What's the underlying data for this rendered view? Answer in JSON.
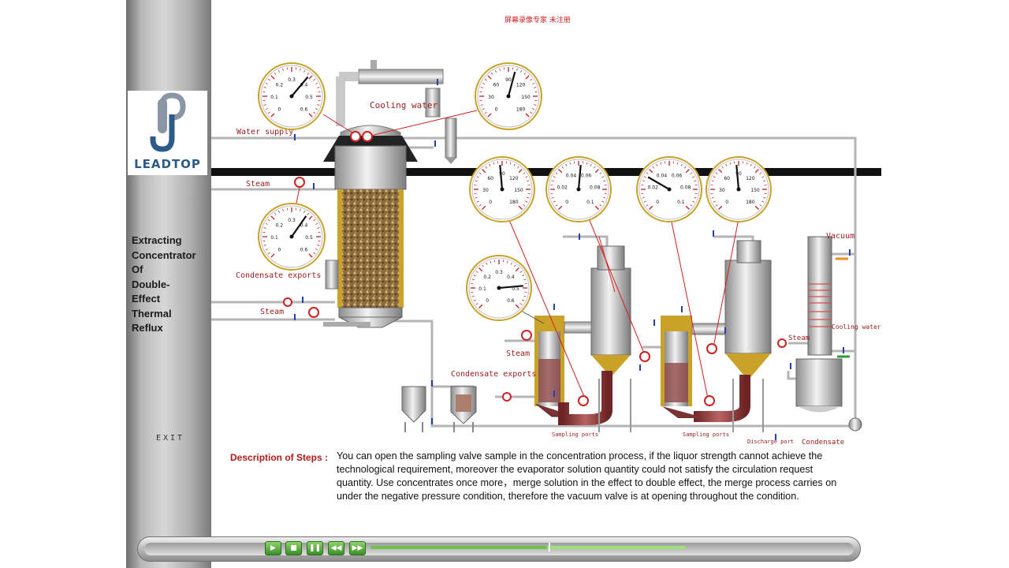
{
  "watermark": "屏幕录像专家 未注册",
  "logo": {
    "text": "LEADTOP"
  },
  "sidebar": {
    "title": "Extracting\nConcentrator\nOf\nDouble-\nEffect\nThermal\nReflux",
    "exit_label": "EXIT"
  },
  "labels": {
    "water_supply": "Water supply",
    "cooling_water": "Cooling water",
    "steam_1": "Steam",
    "condensate_exports_1": "Condensate exports",
    "steam_2": "Steam",
    "steam_3": "Steam",
    "condensate_exports_2": "Condensate exports",
    "sampling_ports_1": "Sampling ports",
    "sampling_ports_2": "Sampling ports",
    "discharge_port": "Discharge port",
    "condensate": "Condensate",
    "vacuum": "Vacuum",
    "steam_4": "Steam",
    "cooling_water_2": "Cooling water"
  },
  "gauges": {
    "pressure_scale": [
      "0.1",
      "0.2",
      "0.3",
      "0.4",
      "0.5",
      "0.6"
    ],
    "pressure_low": "0",
    "temp_scale": [
      "30",
      "60",
      "90",
      "120",
      "150",
      "180"
    ],
    "temp_low": "0",
    "vacuum_scale": [
      "0.02",
      "0.04",
      "0.06",
      "0.08",
      "0.1"
    ],
    "vacuum_low": "0"
  },
  "description": {
    "label": "Description of Steps :",
    "text": "You can open the sampling valve sample in the concentration process, if the liquor strength cannot achieve the technological requirement, moreover the evaporator solution quantity could not satisfy the circulation request quantity. Use concentrates once more，merge solution in the effect to double effect, the merge process carries on under the negative pressure condition, therefore the vacuum valve is at opening throughout the condition."
  },
  "player": {
    "play_icon": "play-icon",
    "stop_icon": "stop-icon",
    "pause_icon": "pause-icon",
    "rewind_icon": "rewind-icon",
    "forward_icon": "forward-icon",
    "progress": 0.56
  }
}
